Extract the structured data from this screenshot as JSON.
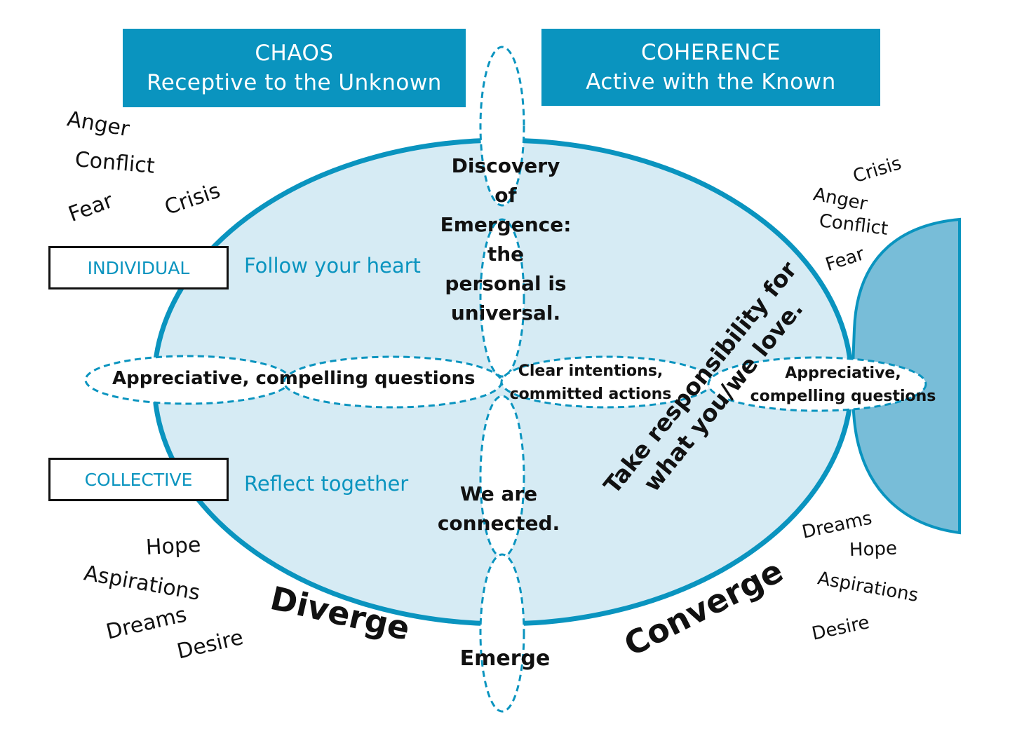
{
  "headers": {
    "chaos_title": "CHAOS",
    "chaos_subtitle": "Receptive to the Unknown",
    "coherence_title": "COHERENCE",
    "coherence_subtitle": "Active with the Known"
  },
  "tags": {
    "individual": "INDIVIDUAL",
    "collective": "COLLECTIVE"
  },
  "prompts": {
    "individual": "Follow your heart",
    "collective": "Reflect together"
  },
  "center": {
    "discovery": [
      "Discovery",
      "of",
      "Emergence:",
      "the",
      "personal is",
      "universal."
    ],
    "connected": [
      "We are",
      "connected."
    ],
    "emerge": "Emerge",
    "left_questions": "Appreciative, compelling questions",
    "clear_intentions": [
      "Clear intentions,",
      "committed actions"
    ],
    "right_questions": [
      "Appreciative,",
      "compelling questions"
    ]
  },
  "diagonal": [
    "Take responsibility for",
    "what you/we love."
  ],
  "flows": {
    "diverge": "Diverge",
    "converge": "Converge"
  },
  "words_left_top": [
    "Anger",
    "Conflict",
    "Fear",
    "Crisis"
  ],
  "words_left_bottom": [
    "Hope",
    "Aspirations",
    "Dreams",
    "Desire"
  ],
  "words_right_top": [
    "Crisis",
    "Anger",
    "Conflict",
    "Fear"
  ],
  "words_right_bottom": [
    "Dreams",
    "Hope",
    "Aspirations",
    "Desire"
  ],
  "colors": {
    "accent": "#0a94bf",
    "ellipse_fill": "#d6ebf4",
    "right_shape_fill": "#78bdd8",
    "text": "#111111"
  }
}
